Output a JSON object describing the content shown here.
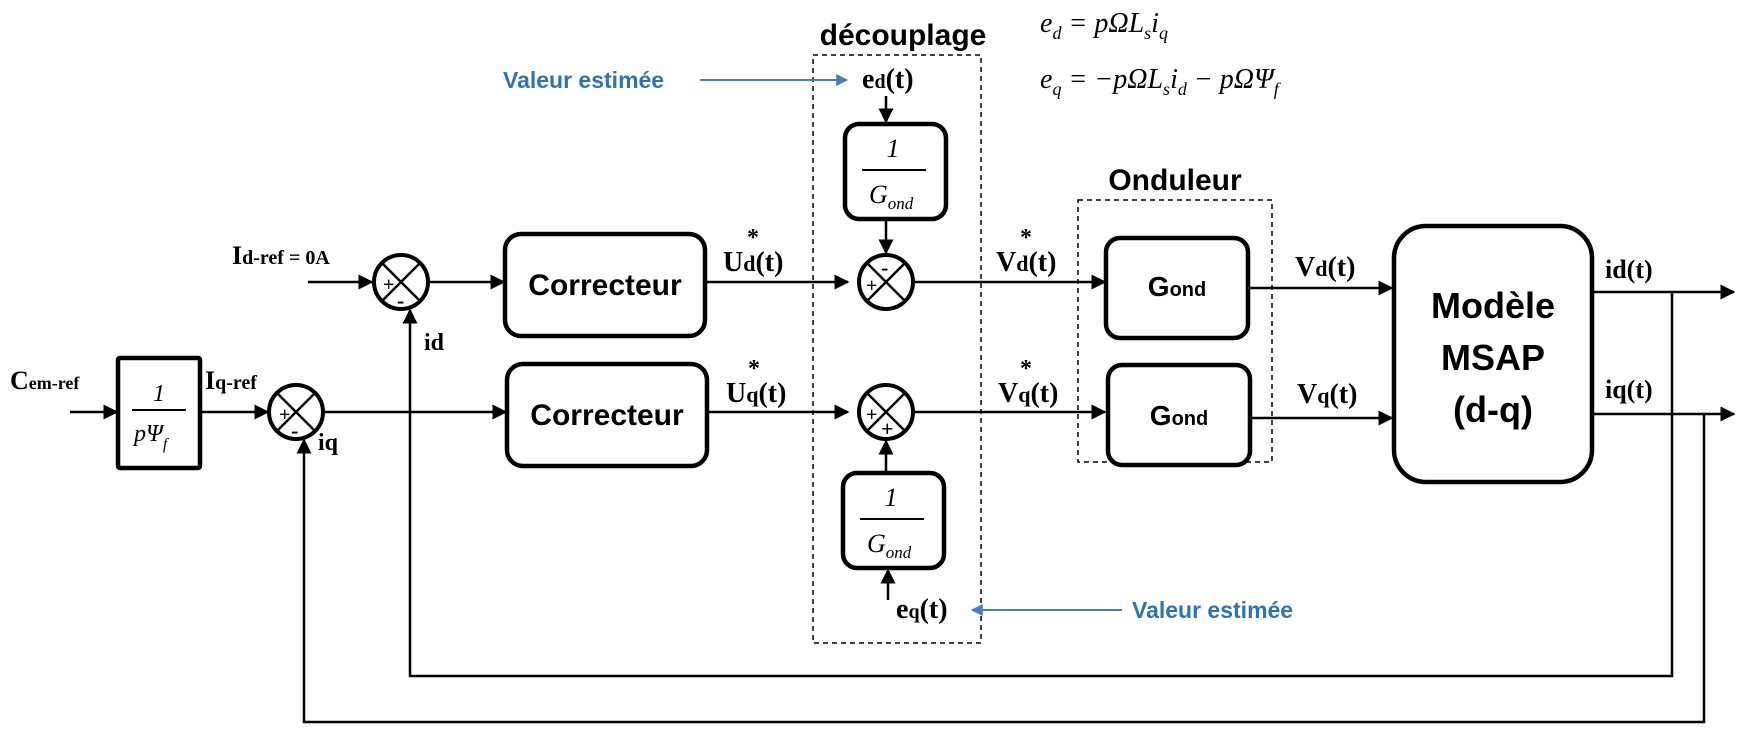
{
  "groups": {
    "decouplage": "découplage",
    "onduleur": "Onduleur"
  },
  "equations": {
    "ed": "e_d = pΩL_s i_q",
    "eq": "e_q = −pΩL_s i_d − pΩΨ_f"
  },
  "annotations": {
    "valeur_estimee_top": "Valeur estimée",
    "valeur_estimee_bottom": "Valeur estimée"
  },
  "blocks": {
    "correcteur_d": "Correcteur",
    "correcteur_q": "Correcteur",
    "gond_d": "G",
    "gond_d_sub": "ond",
    "gond_q": "G",
    "gond_q_sub": "ond",
    "msap_line1": "Modèle",
    "msap_line2": "MSAP",
    "msap_line3": "(d-q)",
    "gain_num": "1",
    "gain_den_p": "p",
    "gain_den_psi": "Ψ",
    "gain_den_sub": "f",
    "inv_top_num": "1",
    "inv_top_den": "G",
    "inv_top_den_sub": "ond",
    "inv_bot_num": "1",
    "inv_bot_den": "G",
    "inv_bot_den_sub": "ond"
  },
  "signals": {
    "cem_ref_main": "C",
    "cem_ref_sub": "em-ref",
    "iq_ref_main": "I",
    "iq_ref_sub": "q-ref",
    "id_ref_main": "I",
    "id_ref_sub": "d-ref = 0A",
    "id_fb": "id",
    "iq_fb": "iq",
    "ud_main": "U",
    "ud_sub": "d",
    "ud_t": "(t)",
    "uq_main": "U",
    "uq_sub": "q",
    "uq_t": "(t)",
    "vd_star_main": "V",
    "vd_star_sub": "d",
    "vd_star_t": "(t)",
    "vq_star_main": "V",
    "vq_star_sub": "q",
    "vq_star_t": "(t)",
    "vd_main": "V",
    "vd_sub": "d",
    "vd_t": "(t)",
    "vq_main": "V",
    "vq_sub": "q",
    "vq_t": "(t)",
    "ed_main": "e",
    "ed_sub": "d",
    "ed_t": "(t)",
    "eq_main": "e",
    "eq_sub": "q",
    "eq_t": "(t)",
    "id_out": "id(t)",
    "iq_out": "iq(t)",
    "star": "*"
  },
  "summers": {
    "plus": "+",
    "minus": "-"
  }
}
